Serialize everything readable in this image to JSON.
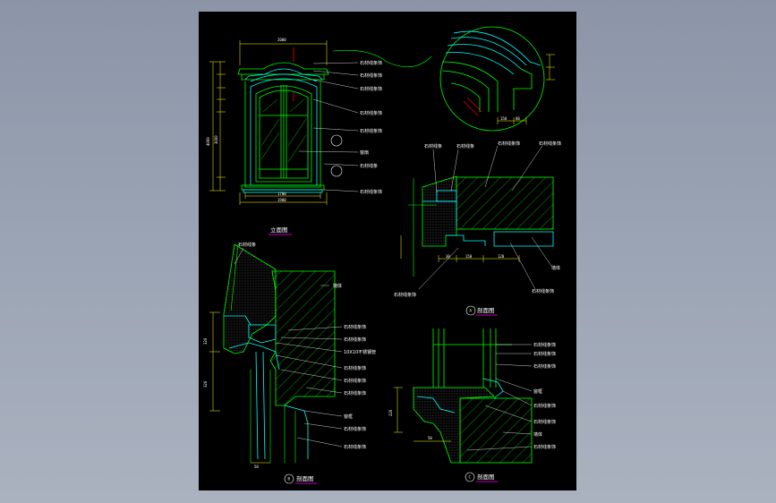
{
  "colors": {
    "background": "#8b95a7",
    "sheet": "#000000",
    "outline": "#00ff00",
    "detail": "#00ffff",
    "dimension": "#ffff00",
    "leader": "#ffffff",
    "section_cut": "#ff0000",
    "title_underline": "#ff00ff"
  },
  "elevation": {
    "title": "立面图",
    "dim_top": "2000",
    "dim_bottom_inner": "1700",
    "dim_bottom_outer": "1900",
    "dim_left_total": "4000",
    "dim_left_mid": "3000",
    "labels": [
      "石材线条饰",
      "石材线条饰",
      "石材线条饰",
      "石材线条饰",
      "石材线条饰",
      "窗扇",
      "石材线条",
      "石材线条饰"
    ]
  },
  "detail_circle": {
    "dims": [
      "150",
      "80"
    ]
  },
  "section_a": {
    "title": "剖面图",
    "number": "A",
    "labels": [
      "石材线条",
      "石材线条",
      "石材线条饰",
      "石材线条饰",
      "墙体",
      "石材线条饰",
      "石材线条饰"
    ],
    "dims": [
      "30",
      "150",
      "120"
    ]
  },
  "section_b": {
    "title": "剖面图",
    "number": "B",
    "labels": [
      "石材线条",
      "墙体",
      "石材线条饰",
      "石材线条饰",
      "10X10不锈钢管",
      "石材线条饰",
      "石材线条饰",
      "石材线条饰",
      "窗框",
      "石材线条饰",
      "石材线条饰"
    ],
    "dims": [
      "320",
      "320",
      "50"
    ]
  },
  "section_c": {
    "title": "剖面图",
    "number": "C",
    "labels": [
      "石材线条饰",
      "石材线条饰",
      "石材线条饰",
      "窗框",
      "石材线条饰",
      "石材线条饰",
      "墙体",
      "石材线条饰"
    ],
    "dims": [
      "220",
      "50"
    ]
  }
}
